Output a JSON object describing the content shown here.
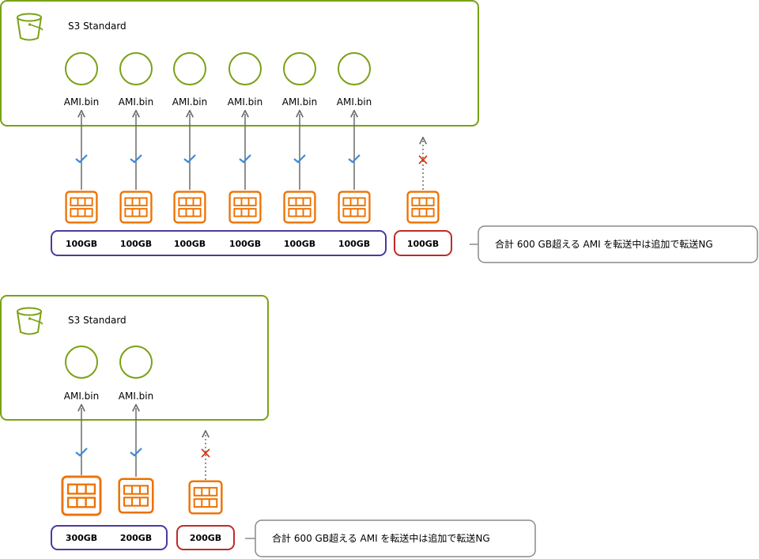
{
  "colors": {
    "bucket_border": "#7aa116",
    "object_circle": "#7aa116",
    "chip_orange": "#ed7100",
    "ok_group_border": "#4a3aa0",
    "ng_group_border": "#bf2a2a",
    "check_blue": "#3f8ad8",
    "cross_red": "#d13212",
    "arrow_gray": "#6b6b6b",
    "note_border": "#8a8a8a"
  },
  "icons": {
    "bucket": "s3-bucket-icon",
    "object": "s3-object-circle-icon",
    "transfer": "transfer-chip-icon",
    "allowed": "check-icon",
    "denied": "cross-icon"
  },
  "top": {
    "bucket_label": "S3 Standard",
    "objects": [
      "AMI.bin",
      "AMI.bin",
      "AMI.bin",
      "AMI.bin",
      "AMI.bin",
      "AMI.bin"
    ],
    "transfers_ok": [
      "100GB",
      "100GB",
      "100GB",
      "100GB",
      "100GB",
      "100GB"
    ],
    "transfer_ng": "100GB",
    "note": "合計 600 GB超える AMI を転送中は追加で転送NG"
  },
  "bottom": {
    "bucket_label": "S3 Standard",
    "objects": [
      "AMI.bin",
      "AMI.bin"
    ],
    "transfers_ok": [
      "300GB",
      "200GB"
    ],
    "transfer_ng": "200GB",
    "note": "合計 600 GB超える AMI を転送中は追加で転送NG"
  }
}
